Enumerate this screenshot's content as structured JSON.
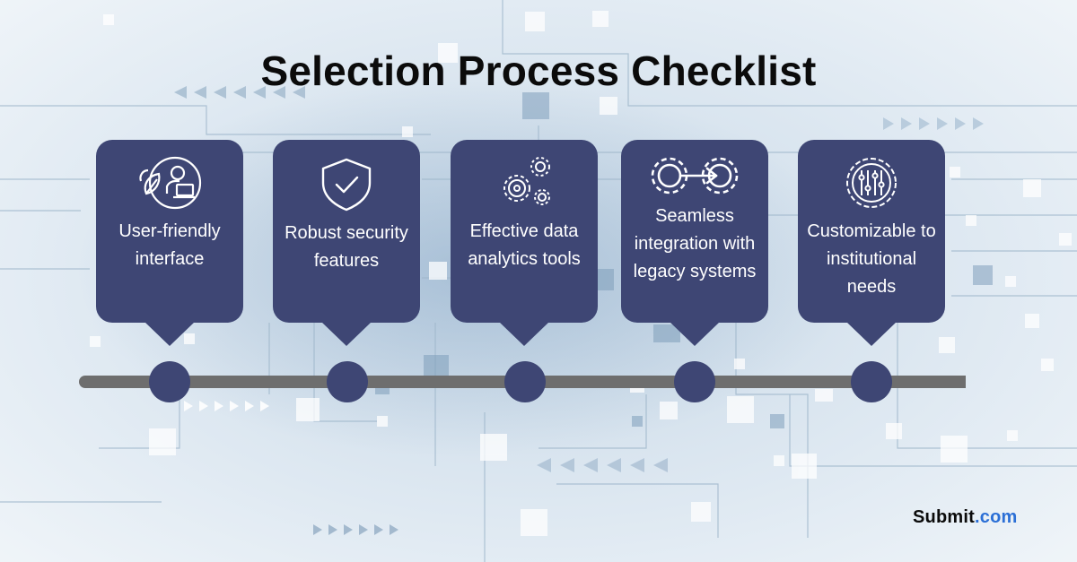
{
  "title": "Selection Process Checklist",
  "colors": {
    "card": "#3e4674",
    "timeline": "#6e6e6e",
    "brand_accent": "#2b6fd6"
  },
  "steps": [
    {
      "label": "User-friendly interface",
      "icon": "user-laptop-icon"
    },
    {
      "label": "Robust security features",
      "icon": "shield-check-icon"
    },
    {
      "label": "Effective data analytics tools",
      "icon": "gears-icon"
    },
    {
      "label": "Seamless integration with legacy systems",
      "icon": "gears-arrow-icon"
    },
    {
      "label": "Customizable to institutional needs",
      "icon": "settings-sliders-icon"
    }
  ],
  "brand": {
    "name": "Submit",
    "tld": ".com"
  }
}
